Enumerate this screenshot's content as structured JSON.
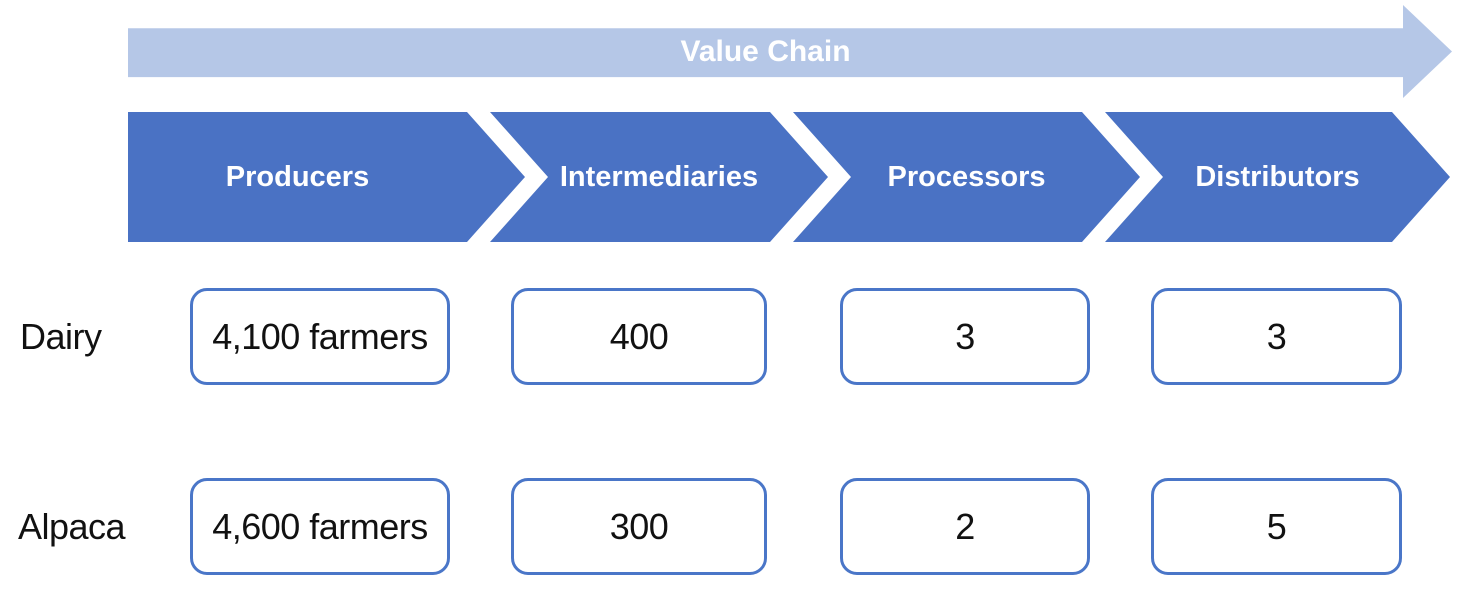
{
  "diagram_title_arrow": {
    "label": "Value Chain"
  },
  "stages": [
    {
      "label": "Producers"
    },
    {
      "label": "Intermediaries"
    },
    {
      "label": "Processors"
    },
    {
      "label": "Distributors"
    }
  ],
  "rows": [
    {
      "label": "Dairy",
      "values": [
        "4,100 farmers",
        "400",
        "3",
        "3"
      ]
    },
    {
      "label": "Alpaca",
      "values": [
        "4,600 farmers",
        "300",
        "2",
        "5"
      ]
    }
  ],
  "colors": {
    "stage_blue": "#4a72c4",
    "arrow_light_blue": "#b5c7e7",
    "box_border_blue": "#4a76c8",
    "text_light": "#ffffff",
    "text_dark": "#111111"
  }
}
